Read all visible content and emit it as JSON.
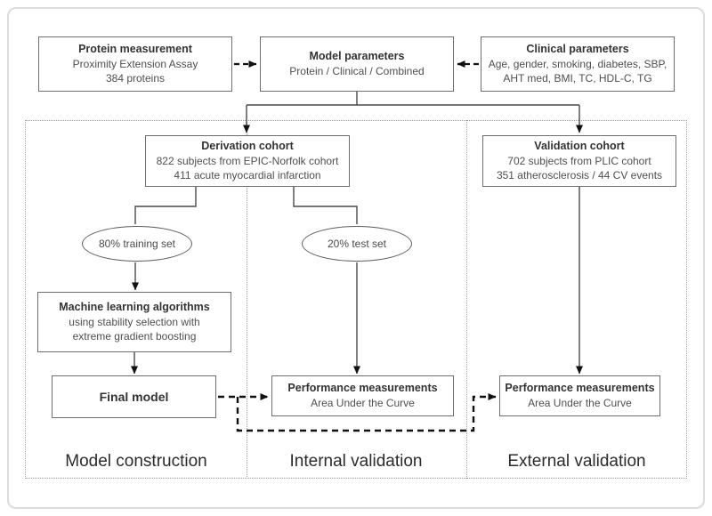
{
  "boxes": {
    "protein": {
      "title": "Protein measurement",
      "lines": [
        "Proximity Extension Assay",
        "384 proteins"
      ]
    },
    "model_params": {
      "title": "Model parameters",
      "lines": [
        "Protein / Clinical / Combined"
      ]
    },
    "clinical": {
      "title": "Clinical parameters",
      "lines": [
        "Age, gender, smoking, diabetes, SBP,",
        "AHT med, BMI, TC, HDL-C, TG"
      ]
    },
    "derivation": {
      "title": "Derivation cohort",
      "lines": [
        "822 subjects from EPIC-Norfolk cohort",
        "411 acute myocardial infarction"
      ]
    },
    "validation": {
      "title": "Validation cohort",
      "lines": [
        "702 subjects from PLIC cohort",
        "351 atherosclerosis / 44 CV events"
      ]
    },
    "ml": {
      "title": "Machine learning algorithms",
      "lines": [
        "using stability selection with",
        "extreme gradient boosting"
      ]
    },
    "final_model": {
      "title": "Final model",
      "lines": []
    },
    "perf_internal": {
      "title": "Performance measurements",
      "lines": [
        "Area Under the Curve"
      ]
    },
    "perf_external": {
      "title": "Performance measurements",
      "lines": [
        "Area Under the Curve"
      ]
    }
  },
  "ellipses": {
    "training": {
      "label": "80% training set"
    },
    "test": {
      "label": "20% test set"
    }
  },
  "sections": {
    "construction": "Model construction",
    "internal": "Internal validation",
    "external": "External validation"
  },
  "colors": {
    "box_border": "#6e6e6e",
    "title_text": "#333333",
    "body_text": "#4f4f4f",
    "connector": "#4a4a4a",
    "dashed_connector": "#111111",
    "dotted_outline": "#9a9a9a",
    "frame_border": "#dcdcdc"
  }
}
